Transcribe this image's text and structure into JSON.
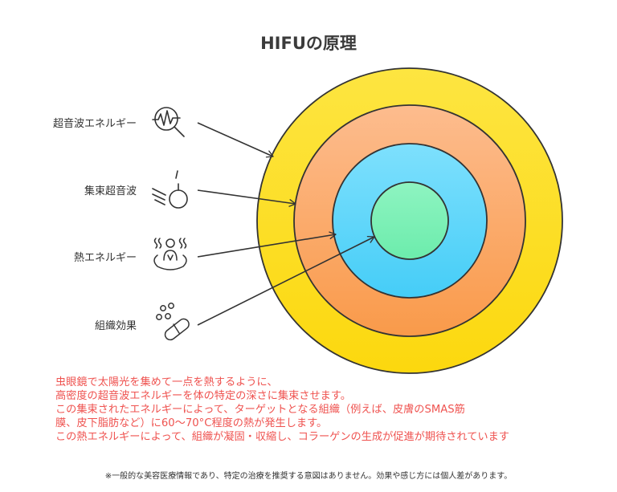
{
  "title": "HIFUの原理",
  "labels": {
    "ultrasound_energy": "超音波エネルギー",
    "focused_ultrasound": "集束超音波",
    "heat_energy": "熱エネルギー",
    "tissue_effect": "組織効果"
  },
  "icons": {
    "ultrasound_energy": "waveform-magnifier-icon",
    "focused_ultrasound": "focused-beam-bomb-icon",
    "heat_energy": "hot-spring-person-icon",
    "tissue_effect": "capsule-pills-icon"
  },
  "rings": [
    {
      "name": "outer",
      "color": "#fde541"
    },
    {
      "name": "second",
      "color": "#fca25d"
    },
    {
      "name": "third",
      "color": "#5bd4fb"
    },
    {
      "name": "core",
      "color": "#7df2b7"
    }
  ],
  "description": {
    "lines": [
      "虫眼鏡で太陽光を集めて一点を熱するように、",
      "高密度の超音波エネルギーを体の特定の深さに集束させます。",
      "この集束されたエネルギーによって、ターゲットとなる組織（例えば、皮膚のSMAS筋",
      "膜、皮下脂肪など）に60〜70°C程度の熱が発生します。",
      "この熱エネルギーによって、組織が凝固・収縮し、コラーゲンの生成が促進が期待されています"
    ]
  },
  "disclaimer": "※一般的な美容医療情報であり、特定の治療を推奨する意図はありません。効果や感じ方には個人差があります。"
}
